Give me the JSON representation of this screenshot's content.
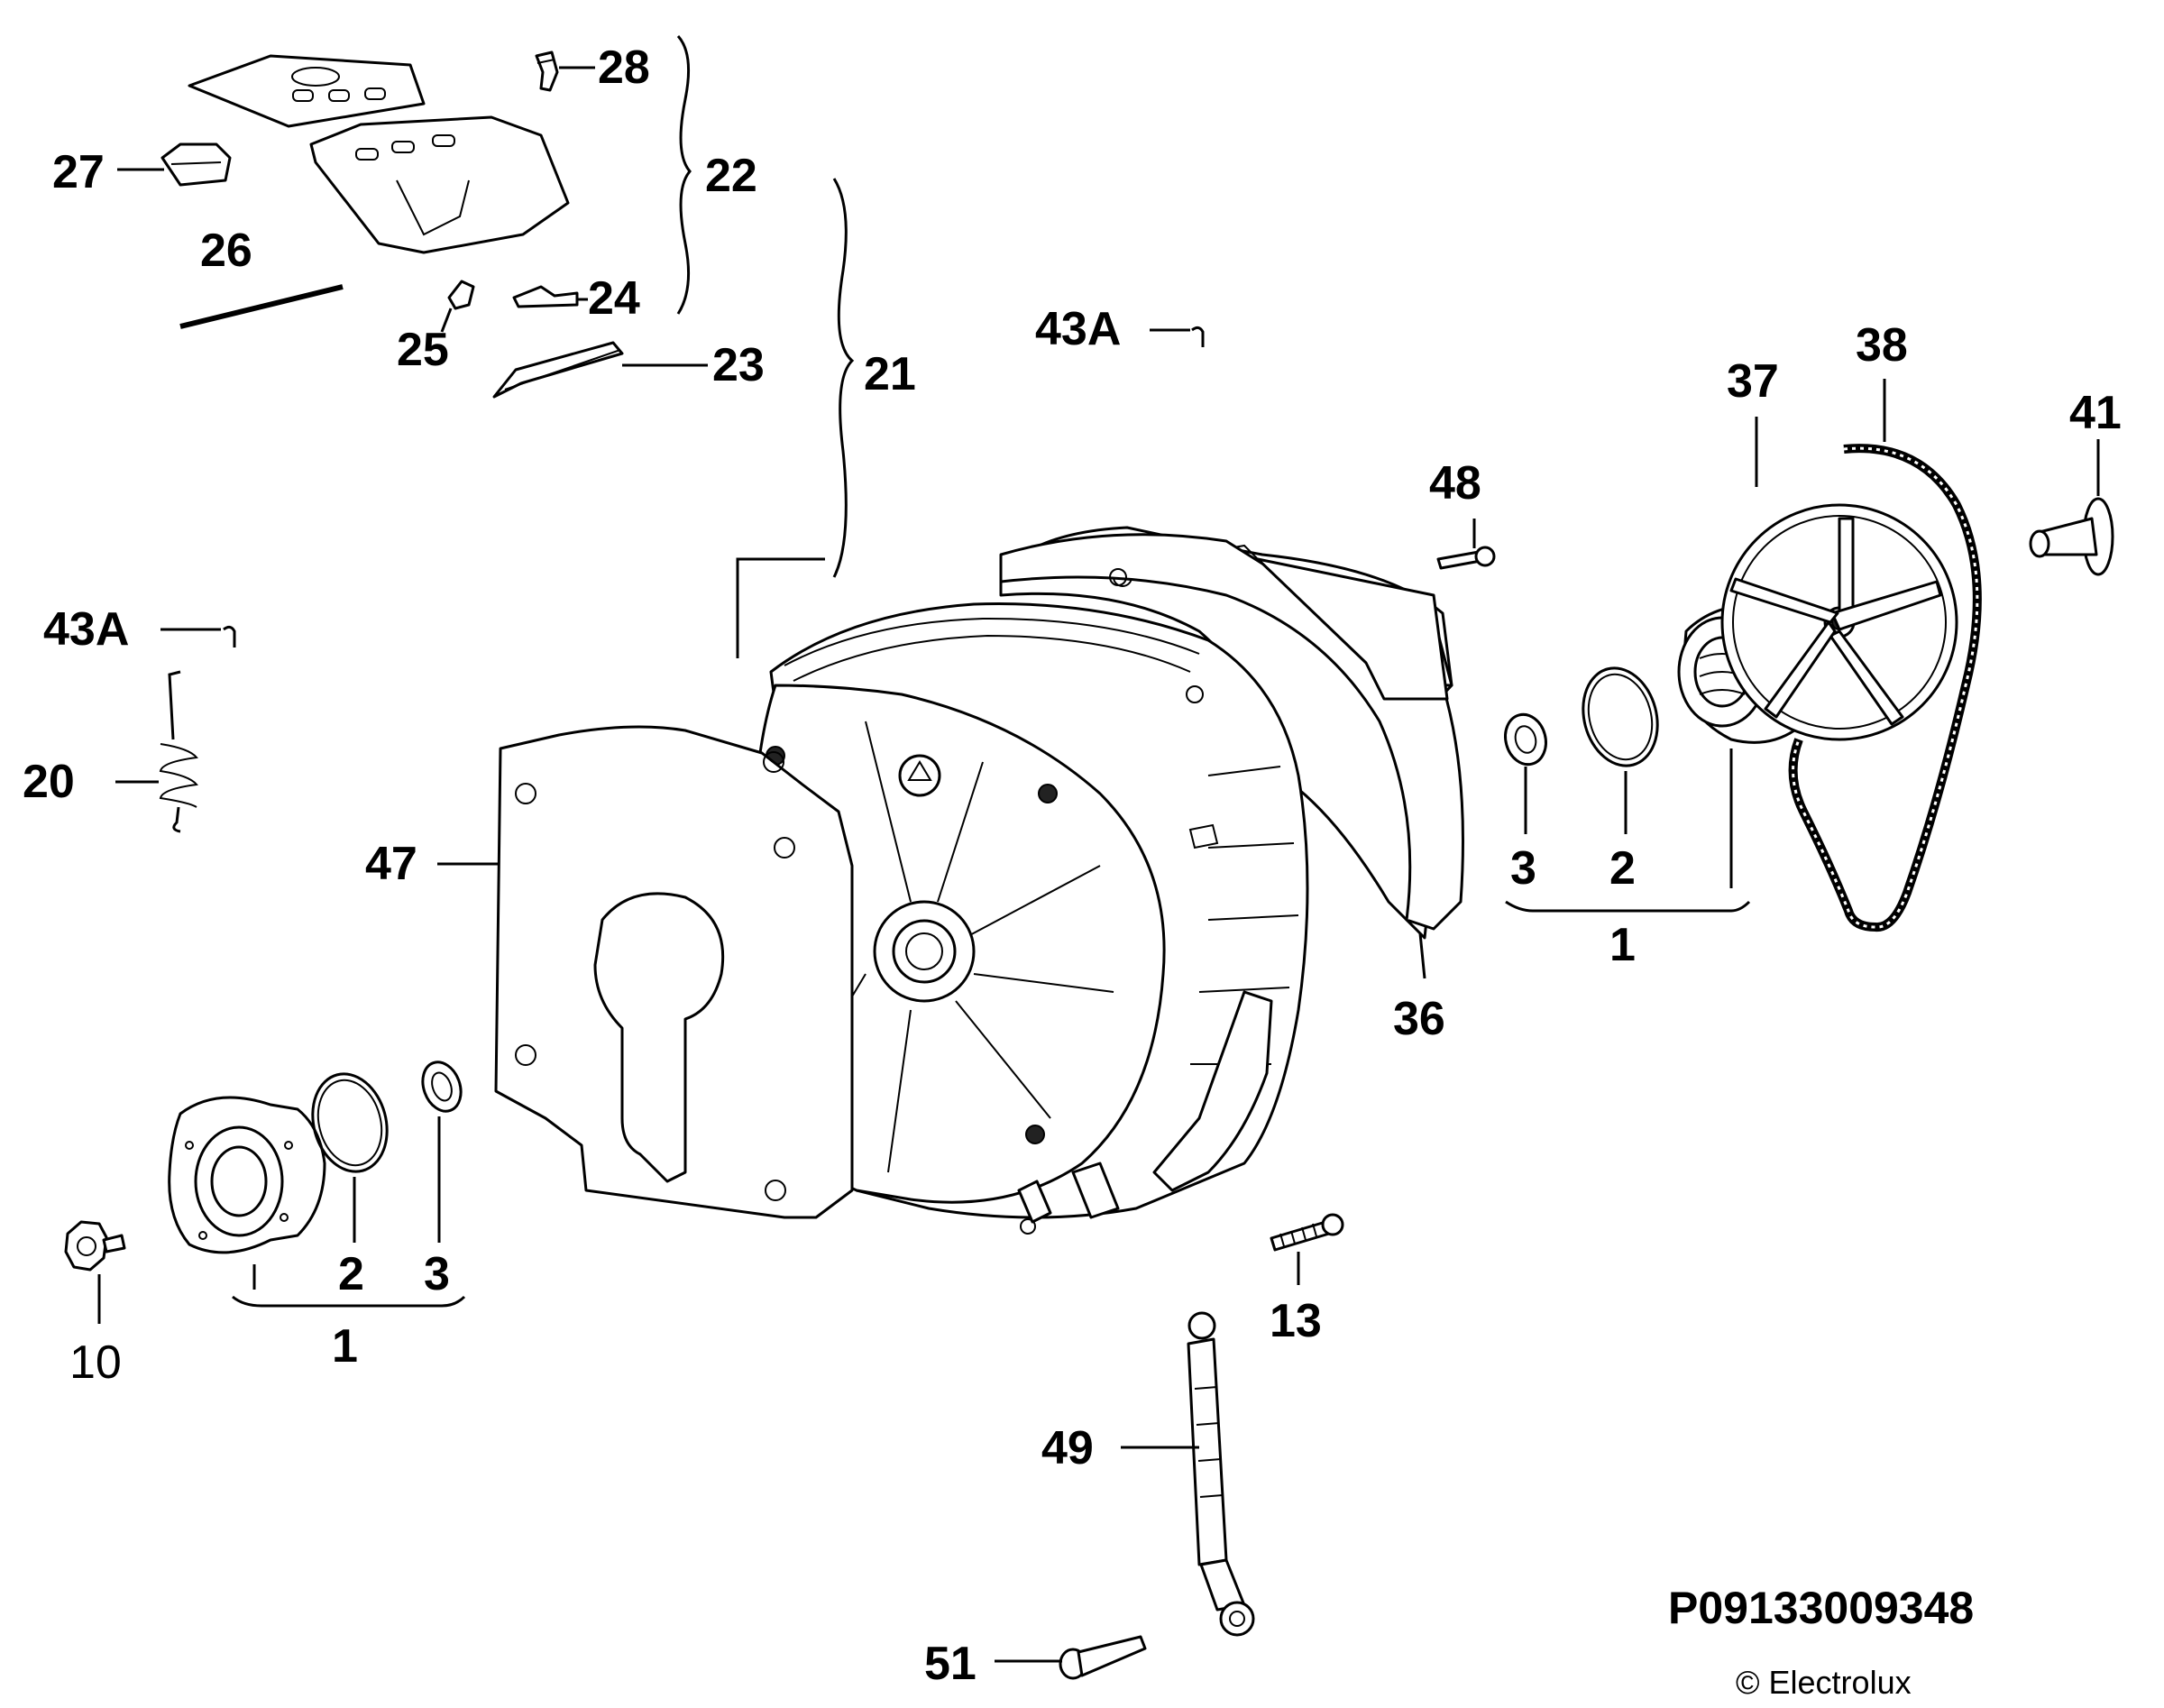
{
  "labels": {
    "p1_left": "1",
    "p1_right": "1",
    "p2_left": "2",
    "p2_right": "2",
    "p3_left": "3",
    "p3_right": "3",
    "p10": "10",
    "p13": "13",
    "p20": "20",
    "p21": "21",
    "p22": "22",
    "p23": "23",
    "p24": "24",
    "p25": "25",
    "p26": "26",
    "p27": "27",
    "p28": "28",
    "p36": "36",
    "p37": "37",
    "p38": "38",
    "p41": "41",
    "p43a_left": "43A",
    "p43a_top": "43A",
    "p47": "47",
    "p48": "48",
    "p49": "49",
    "p51": "51"
  },
  "footer": {
    "drawing_code": "P09133009348",
    "copyright": "© Electrolux"
  }
}
